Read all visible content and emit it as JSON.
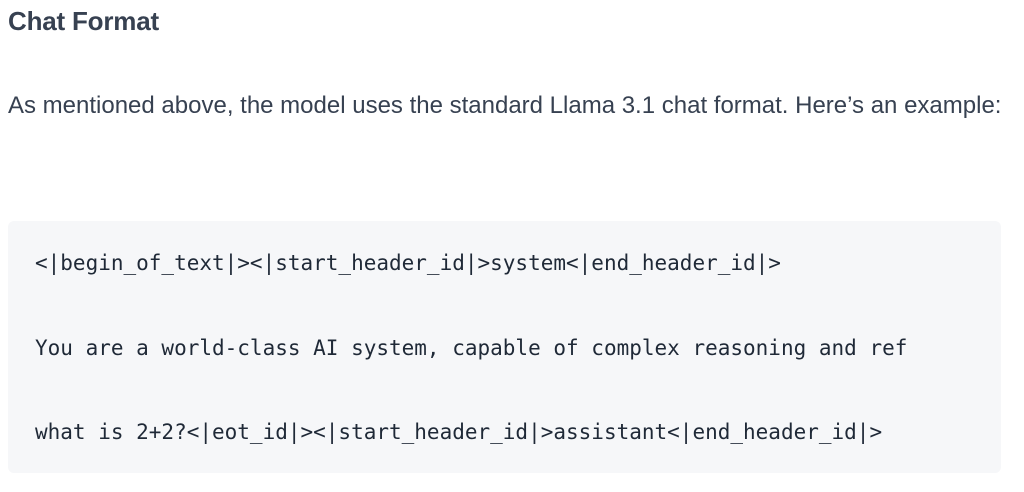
{
  "section": {
    "title": "Chat Format",
    "paragraph": "As mentioned above, the model uses the standard Llama 3.1 chat format. Here’s an example:",
    "code_lines": [
      "<|begin_of_text|><|start_header_id|>system<|end_header_id|>",
      "You are a world-class AI system, capable of complex reasoning and ref",
      "what is 2+2?<|eot_id|><|start_header_id|>assistant<|end_header_id|>"
    ]
  }
}
